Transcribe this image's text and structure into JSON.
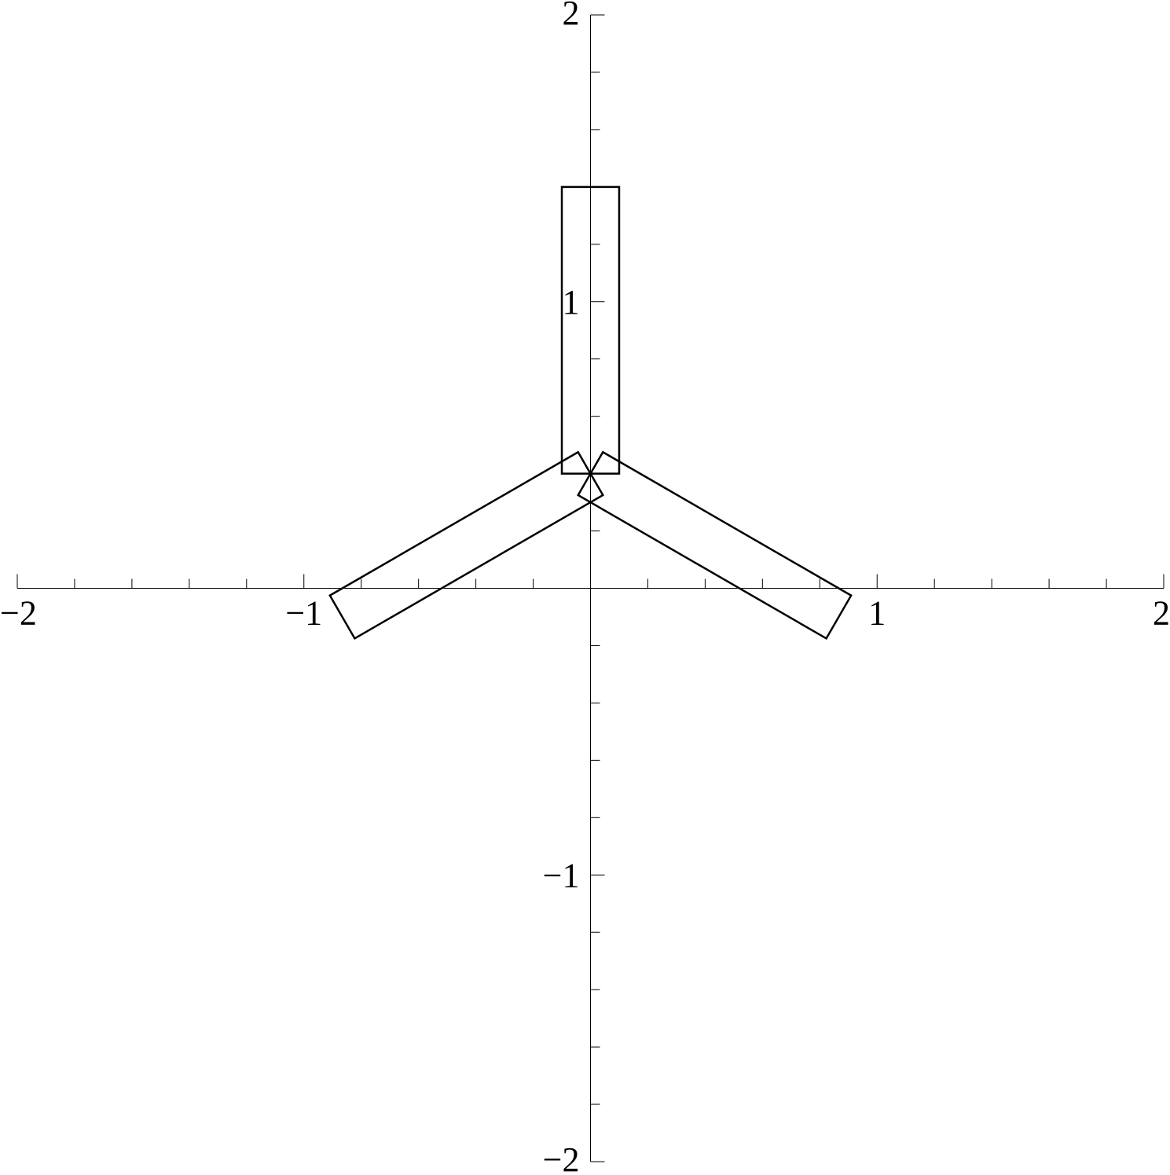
{
  "chart_data": {
    "type": "line",
    "title": "",
    "xlabel": "",
    "ylabel": "",
    "xlim": [
      -2,
      2
    ],
    "ylim": [
      -2,
      2
    ],
    "grid": false,
    "axes_origin": [
      0,
      0
    ],
    "x_ticks": {
      "major": [
        {
          "value": -2,
          "label": "−2"
        },
        {
          "value": -1,
          "label": "−1"
        },
        {
          "value": 1,
          "label": "1"
        },
        {
          "value": 2,
          "label": "2"
        }
      ],
      "minor_step": 0.2
    },
    "y_ticks": {
      "major": [
        {
          "value": -2,
          "label": "−2"
        },
        {
          "value": -1,
          "label": "−1"
        },
        {
          "value": 1,
          "label": "1"
        },
        {
          "value": 2,
          "label": "2"
        }
      ],
      "minor_step": 0.2
    },
    "series": [
      {
        "shape": "rectangle-vertical",
        "closed": true,
        "points": [
          [
            -0.1,
            0.4
          ],
          [
            0.1,
            0.4
          ],
          [
            0.1,
            1.4
          ],
          [
            -0.1,
            1.4
          ]
        ]
      },
      {
        "shape": "rectangle-right",
        "closed": true,
        "points": [
          [
            -0.0433,
            0.325
          ],
          [
            0.0433,
            0.475
          ],
          [
            0.9093,
            -0.025
          ],
          [
            0.8227,
            -0.175
          ]
        ]
      },
      {
        "shape": "rectangle-left",
        "closed": true,
        "points": [
          [
            -0.0433,
            0.475
          ],
          [
            0.0433,
            0.325
          ],
          [
            -0.8227,
            -0.175
          ],
          [
            -0.9093,
            -0.025
          ]
        ]
      }
    ],
    "line_color": "#000000"
  }
}
